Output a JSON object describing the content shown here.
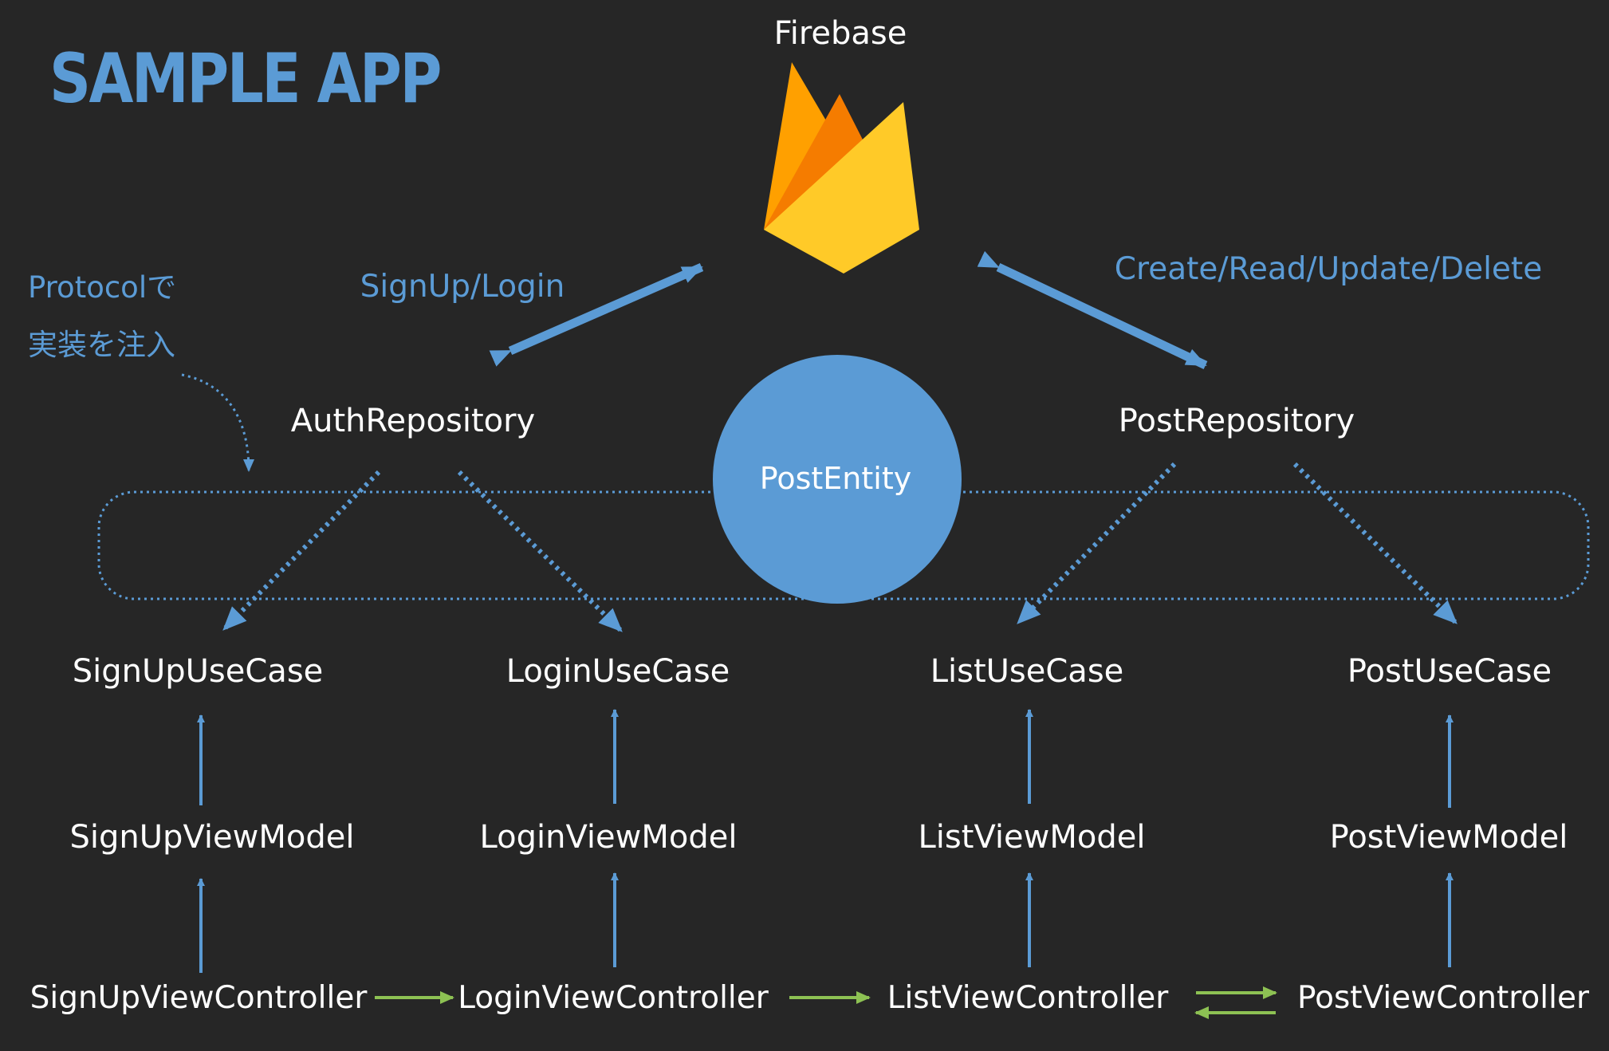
{
  "title": "SAMPLE APP",
  "firebase": {
    "label": "Firebase",
    "logo_colors": [
      "#FFA000",
      "#F57C00",
      "#FFCA28"
    ]
  },
  "note": {
    "line1": "Protocolで",
    "line2": "実装を注入"
  },
  "relations": {
    "auth": "SignUp/Login",
    "post": "Create/Read/Update/Delete"
  },
  "repositories": {
    "auth": "AuthRepository",
    "post": "PostRepository"
  },
  "entity": "PostEntity",
  "usecases": [
    "SignUpUseCase",
    "LoginUseCase",
    "ListUseCase",
    "PostUseCase"
  ],
  "viewmodels": [
    "SignUpViewModel",
    "LoginViewModel",
    "ListViewModel",
    "PostViewModel"
  ],
  "controllers": [
    "SignUpViewController",
    "LoginViewController",
    "ListViewController",
    "PostViewController"
  ],
  "colors": {
    "background": "#262626",
    "accent": "#5b9bd5",
    "nav_arrow": "#8dc153",
    "text": "#ffffff"
  }
}
